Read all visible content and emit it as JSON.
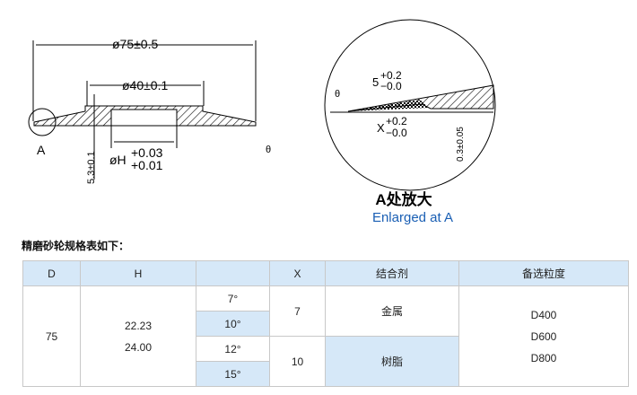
{
  "drawing": {
    "dim_outer": "ø75±0.5",
    "dim_inner": "ø40±0.1",
    "dim_bore_prefix": "øH",
    "dim_bore_plus": "+0.03",
    "dim_bore_minus": "+0.01",
    "dim_thickness": "5.3±0.1",
    "label_a": "A",
    "theta": "θ",
    "detail_five": "5",
    "tol_plus": "+0.2",
    "tol_minus": "−0.0",
    "detail_x": "X",
    "detail_thick": "0.3±0.05",
    "caption_cn": "A处放大",
    "caption_en": "Enlarged at A"
  },
  "table": {
    "title": "精磨砂轮规格表如下：",
    "headers": [
      "D",
      "H",
      "",
      "X",
      "结合剂",
      "备选粒度"
    ],
    "d": "75",
    "h": [
      "22.23",
      "24.00"
    ],
    "angles": [
      "7°",
      "10°",
      "12°",
      "15°"
    ],
    "x": [
      "7",
      "10"
    ],
    "bond": [
      "金属",
      "树脂"
    ],
    "grit": [
      "D400",
      "D600",
      "D800"
    ]
  },
  "colors": {
    "header_bg": "#d6e8f8",
    "caption_blue": "#1a5fb4"
  }
}
